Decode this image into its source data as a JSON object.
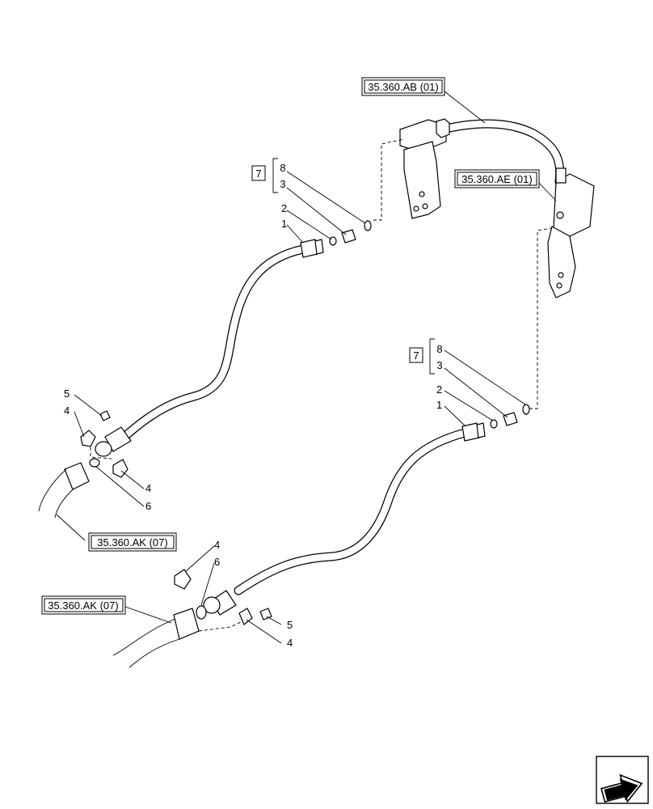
{
  "references": {
    "ab01": "35.360.AB (01)",
    "ae01": "35.360.AE (01)",
    "ak07_top": "35.360.AK (07)",
    "ak07_bottom": "35.360.AK (07)"
  },
  "kits": {
    "upper": {
      "kit": "7",
      "items": [
        "8",
        "3"
      ]
    },
    "lower": {
      "kit": "7",
      "items": [
        "8",
        "3"
      ]
    }
  },
  "callouts": {
    "upper": {
      "c2": "2",
      "c1": "1",
      "c5": "5",
      "c4a": "4",
      "c4b": "4",
      "c6": "6"
    },
    "lower": {
      "c2": "2",
      "c1": "1",
      "c4a": "4",
      "c6": "6",
      "c5": "5",
      "c4b": "4"
    }
  },
  "nav": {
    "icon": "next-page-arrow-icon"
  }
}
